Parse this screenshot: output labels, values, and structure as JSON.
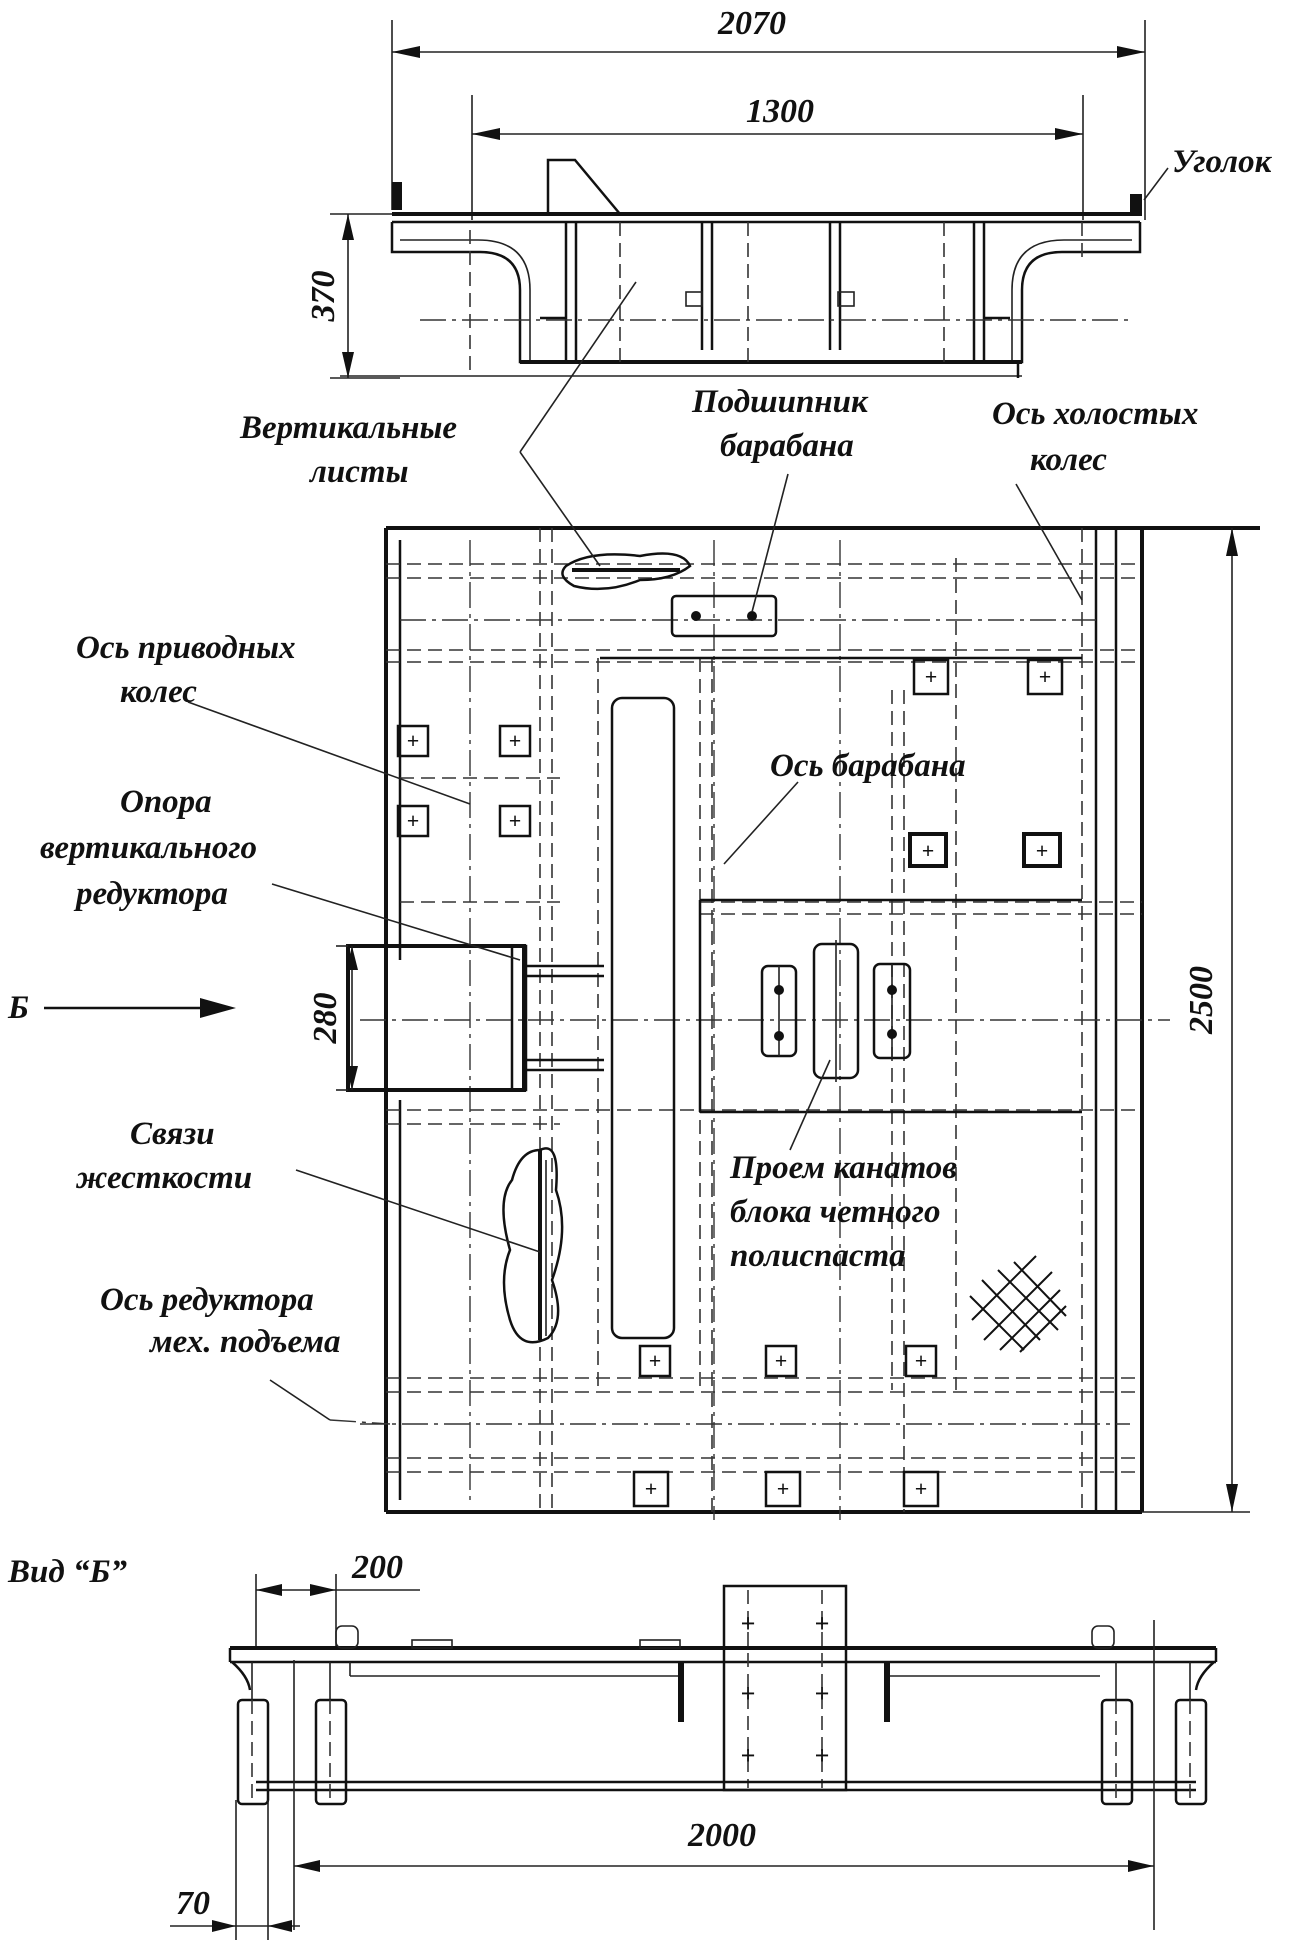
{
  "dimensions": {
    "top_width_overall": "2070",
    "top_width_inner": "1300",
    "top_height": "370",
    "plan_length": "2500",
    "opening_height": "280",
    "view_b_offset": "200",
    "view_b_span": "2000",
    "view_b_margin": "70"
  },
  "labels": {
    "angle": "Уголок",
    "vertical_sheets": [
      "Вертикальные",
      "листы"
    ],
    "drum_bearing": [
      "Подшипник",
      "барабана"
    ],
    "idler_axis": [
      "Ось холостых",
      "колес"
    ],
    "drive_axis": [
      "Ось приводных",
      "колес"
    ],
    "drum_axis": "Ось барабана",
    "gearbox_support": [
      "Опора",
      "вертикального",
      "редуктора"
    ],
    "view_arrow": "Б",
    "stiffeners": [
      "Связи",
      "жесткости"
    ],
    "rope_opening": [
      "Проем канатов",
      "блока четного",
      "полиспаста"
    ],
    "hoist_gear_axis": [
      "Ось редуктора",
      "мех. подъема"
    ],
    "view_b_title": "Вид “Б”"
  }
}
